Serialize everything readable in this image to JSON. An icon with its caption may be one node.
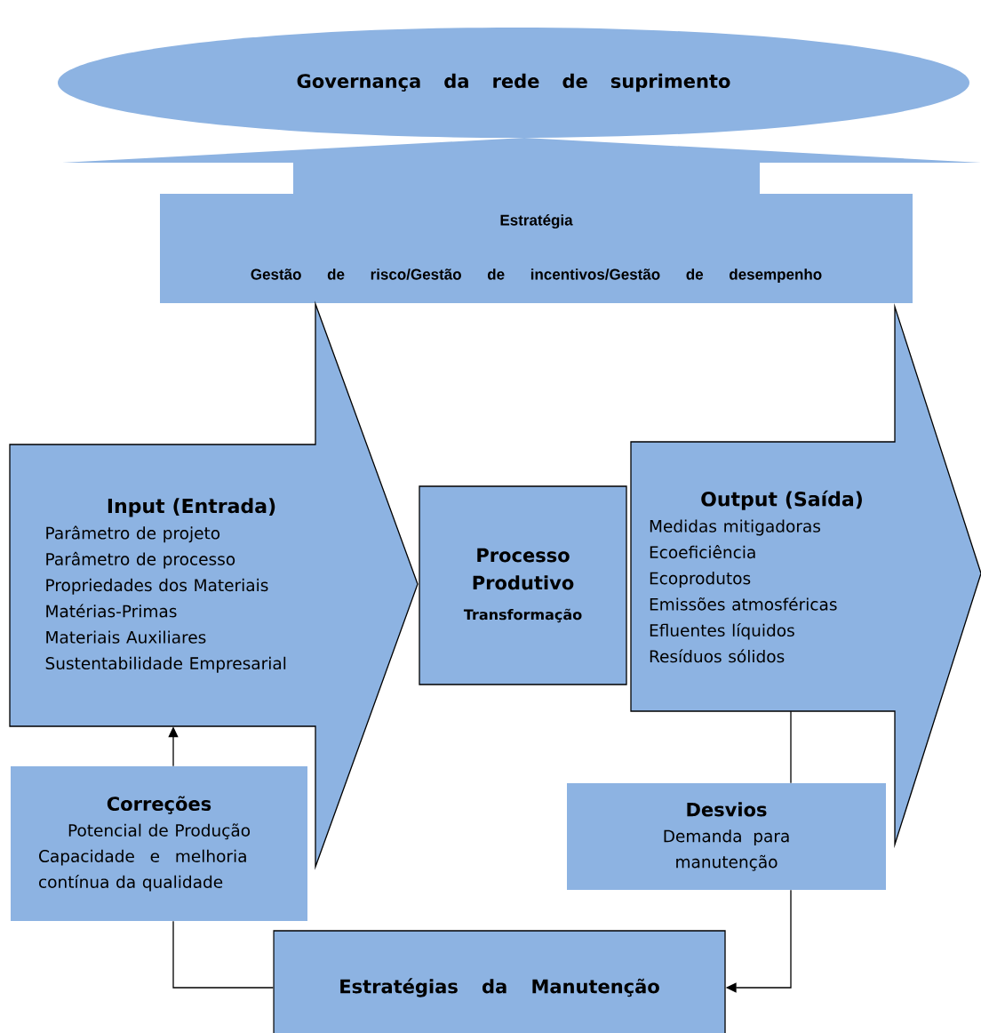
{
  "diagram": {
    "nodes": [
      {
        "text": [
          "Governança da rede de suprimento"
        ]
      },
      {
        "text": [
          "Estratégia",
          "Gestão de risco/Gestão de incentivos/Gestão de desempenho"
        ]
      },
      {
        "text": [
          "Input (Entrada)",
          "Parâmetro de projeto",
          "Parâmetro de processo",
          "Propriedades dos Materiais",
          "Matérias-Primas",
          "Materiais Auxiliares",
          "Sustentabilidade Empresarial"
        ]
      },
      {
        "text": [
          "Processo Produtivo",
          "Transformação"
        ]
      },
      {
        "text": [
          "Output (Saída)",
          "Medidas mitigadoras",
          "Ecoeficiência",
          "Ecoprodutos",
          "Emissões atmosféricas",
          "Efluentes líquidos",
          "Resíduos sólidos"
        ]
      },
      {
        "text": [
          "Correções",
          "Potencial de Produção",
          "Capacidade e melhoria contínua da qualidade"
        ]
      },
      {
        "text": [
          "Desvios",
          "Demanda para manutenção"
        ]
      },
      {
        "text": [
          "Estratégias da Manutenção"
        ]
      }
    ],
    "edges": [
      {
        "from": 5,
        "to": 2,
        "arrow": "to"
      },
      {
        "from": 4,
        "to": 6,
        "arrow": "none"
      },
      {
        "from": 6,
        "to": 7,
        "arrow": "to"
      },
      {
        "from": 7,
        "to": 5,
        "arrow": "none"
      }
    ]
  }
}
